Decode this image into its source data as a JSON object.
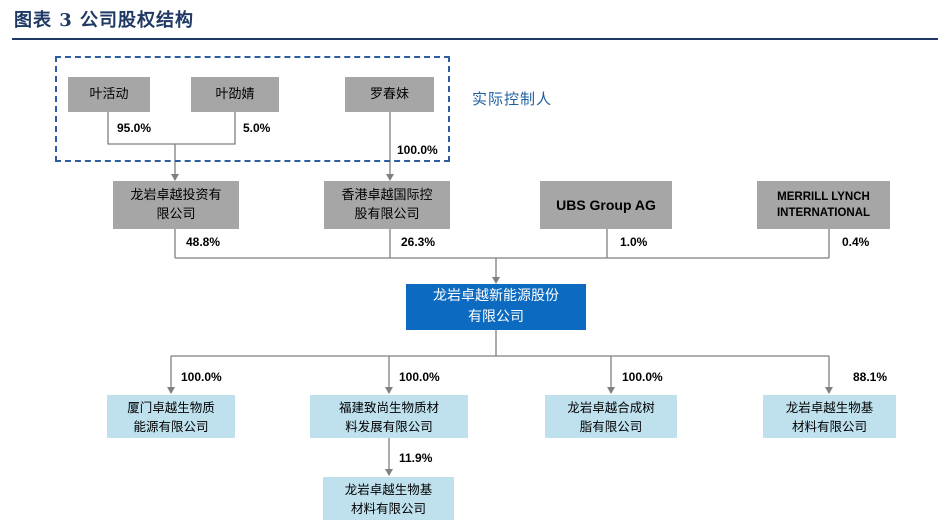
{
  "title": "图表 3   公司股权结构",
  "controller_label": "实际控制人",
  "persons": {
    "p1": "叶活动",
    "p2": "叶劭婧",
    "p3": "罗春妹"
  },
  "shareholders": {
    "s1": "龙岩卓越投资有\n限公司",
    "s2": "香港卓越国际控\n股有限公司",
    "s3": "UBS Group AG",
    "s4": "MERRILL LYNCH\nINTERNATIONAL"
  },
  "company": "龙岩卓越新能源股份\n有限公司",
  "subsidiaries": {
    "c1": "厦门卓越生物质\n能源有限公司",
    "c2": "福建致尚生物质材\n料发展有限公司",
    "c3": "龙岩卓越合成树\n脂有限公司",
    "c4": "龙岩卓越生物基\n材料有限公司",
    "c5": "龙岩卓越生物基\n材料有限公司"
  },
  "percentages": {
    "p1_to_s1": "95.0%",
    "p2_to_s1": "5.0%",
    "p3_to_s2": "100.0%",
    "s1_to_co": "48.8%",
    "s2_to_co": "26.3%",
    "s3_to_co": "1.0%",
    "s4_to_co": "0.4%",
    "co_to_c1": "100.0%",
    "co_to_c2": "100.0%",
    "co_to_c3": "100.0%",
    "co_to_c4": "88.1%",
    "c2_to_c5": "11.9%"
  },
  "colors": {
    "title": "#1f3864",
    "gray_box": "#a6a6a6",
    "company_box": "#0c6bc0",
    "subsidiary_box": "#bfe1ee",
    "dashed_frame": "#2e5d9f"
  }
}
